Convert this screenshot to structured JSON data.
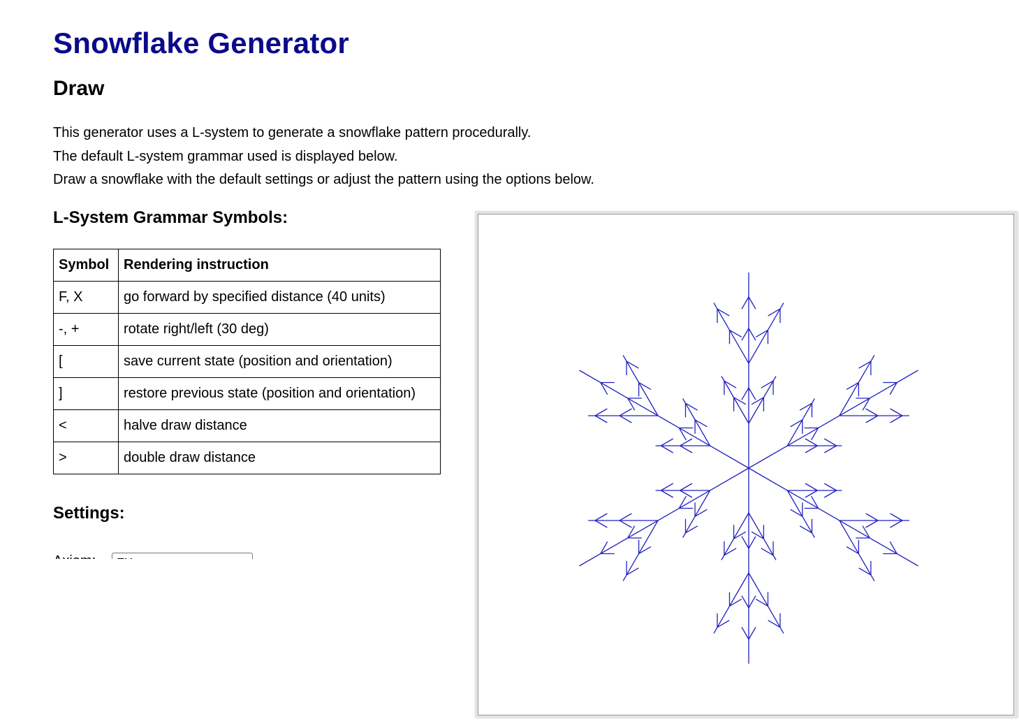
{
  "page": {
    "title": "Snowflake Generator",
    "subtitle": "Draw",
    "intro": [
      "This generator uses a L-system to generate a snowflake pattern procedurally.",
      "The default L-system grammar used is displayed below.",
      "Draw a snowflake with the default settings or adjust the pattern using the options below."
    ]
  },
  "grammar": {
    "heading": "L-System Grammar Symbols:",
    "headers": [
      "Symbol",
      "Rendering instruction"
    ],
    "rows": [
      {
        "symbol": "F, X",
        "instruction": "go forward by specified distance (40 units)"
      },
      {
        "symbol": "-, +",
        "instruction": "rotate right/left (30 deg)"
      },
      {
        "symbol": "[",
        "instruction": "save current state (position and orientation)"
      },
      {
        "symbol": "]",
        "instruction": "restore previous state (position and orientation)"
      },
      {
        "symbol": "<",
        "instruction": "halve draw distance"
      },
      {
        "symbol": ">",
        "instruction": "double draw distance"
      }
    ]
  },
  "settings": {
    "heading": "Settings:",
    "axiom_label": "Axiom:",
    "axiom_value": "FX"
  },
  "colors": {
    "title": "#0a0a8a",
    "snowflake_stroke": "#2020c0"
  }
}
